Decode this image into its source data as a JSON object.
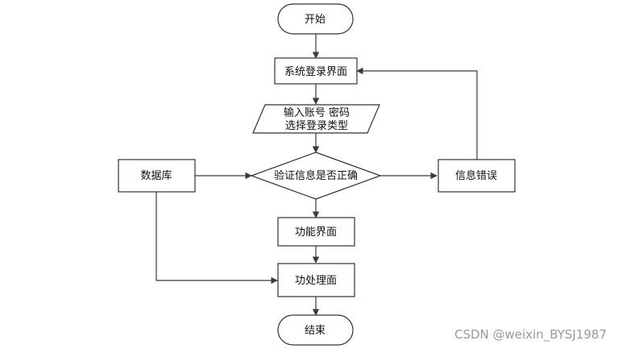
{
  "nodes": {
    "start": "开始",
    "login": "系统登录界面",
    "input_line1": "输入账号 密码",
    "input_line2": "选择登录类型",
    "verify": "验证信息是否正确",
    "database": "数据库",
    "error": "信息错误",
    "function_ui": "功能界面",
    "process_ui": "功处理面",
    "end": "结束"
  },
  "watermark": "CSDN @weixin_BYSJ1987"
}
